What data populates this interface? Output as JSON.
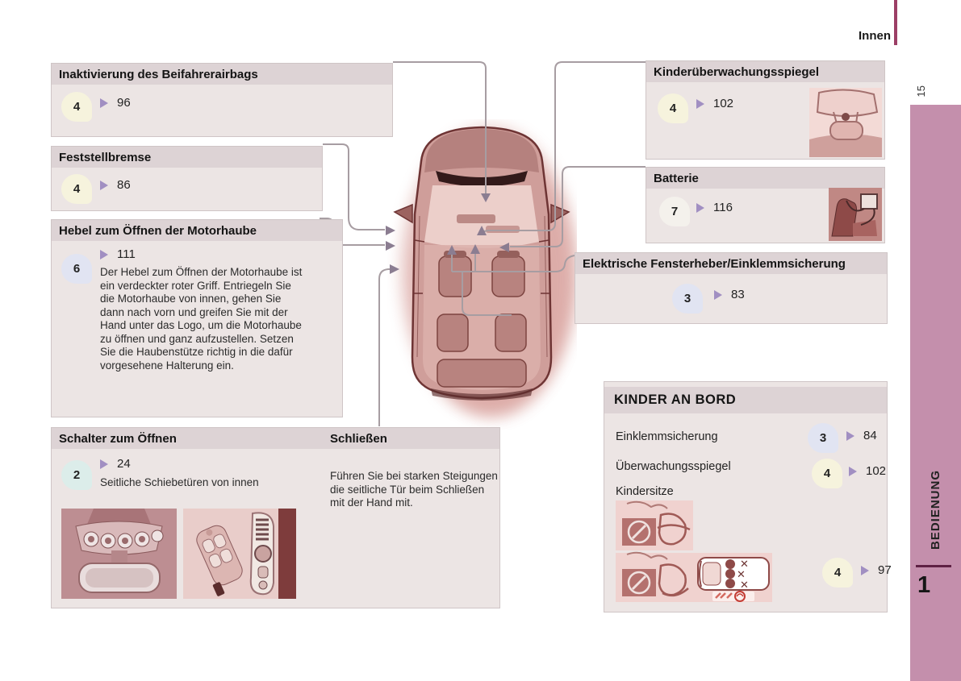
{
  "page": {
    "header_label": "Innen",
    "page_number": "15",
    "chapter_number": "1",
    "chapter_title": "BEDIENUNG"
  },
  "colors": {
    "sidebar_pink": "#c48fac",
    "accent_maroon": "#9c3f66",
    "box_body": "#ece5e4",
    "box_header": "#ddd3d5",
    "arrow_purple": "#a18fc2",
    "connector_gray": "#a79da2",
    "badge_cream": "#f6f3dd",
    "badge_blue": "#e1e4f2",
    "badge_cyan": "#dcedea",
    "badge_white": "#f4f1ec"
  },
  "callouts": {
    "airbag": {
      "title": "Inaktivierung des Beifahrerairbags",
      "badge": "4",
      "page": "96"
    },
    "parking_brake": {
      "title": "Feststellbremse",
      "badge": "4",
      "page": "86"
    },
    "hood_lever": {
      "title": "Hebel zum Öffnen der Motorhaube",
      "badge": "6",
      "page": "111",
      "body": "Der Hebel zum Öffnen der Motorhaube ist ein verdeckter roter Griff. Entriegeln Sie die Motorhaube von innen, gehen Sie dann nach vorn und greifen Sie mit der Hand unter das Logo, um die Motorhaube zu öffnen und ganz aufzustellen. Setzen Sie die Haubenstütze richtig in die dafür vorgesehene Halterung ein."
    },
    "sliding_doors": {
      "title_open": "Schalter zum Öffnen",
      "title_close": "Schließen",
      "badge": "2",
      "page": "24",
      "subtitle": "Seitliche Schiebetüren von innen",
      "close_text": "Führen Sie bei starken Steigungen die seitliche Tür beim Schließen mit der Hand mit."
    },
    "child_mirror": {
      "title": "Kinderüberwachungsspiegel",
      "badge": "4",
      "page": "102"
    },
    "battery": {
      "title": "Batterie",
      "badge": "7",
      "page": "116"
    },
    "windows": {
      "title": "Elektrische Fensterheber/Einklemmsicherung",
      "badge": "3",
      "page": "83"
    },
    "children_on_board": {
      "title": "KINDER AN BORD",
      "items": [
        {
          "label": "Einklemmsicherung",
          "badge": "3",
          "page": "84"
        },
        {
          "label": "Überwachungsspiegel",
          "badge": "4",
          "page": "102"
        },
        {
          "label": "Kindersitze",
          "badge": "4",
          "page": "97"
        }
      ]
    }
  },
  "images": {
    "car": "minivan-top-view-illustration",
    "console": "overhead-console-and-interior-mirror",
    "key_switch": "remote-key-and-window-switch",
    "child_mirror": "child-surveillance-mirror-illustration",
    "battery": "battery-under-front-seat-illustration",
    "child_seats": "child-seat-installation-warnings"
  }
}
